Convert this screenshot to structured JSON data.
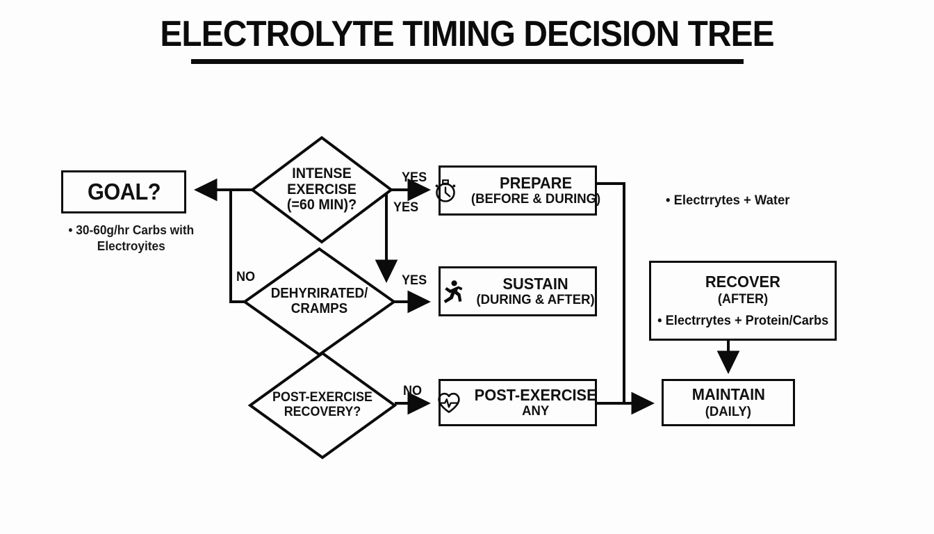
{
  "title": "ELECTROLYTE TIMING DECISION TREE",
  "colors": {
    "background": "#fdfdfd",
    "ink": "#0b0b0b",
    "line": "#111111"
  },
  "goal": {
    "label": "GOAL?",
    "note": "• 30-60g/hr Carbs with Electroyites"
  },
  "decisions": [
    {
      "id": "intense-exercise",
      "line1": "INTENSE",
      "line2": "EXERCISE",
      "line3": "(=60 MIN)?"
    },
    {
      "id": "dehydrated-cramps",
      "line1": "DEHYRIRATED/",
      "line2": "CRAMPS",
      "line3": ""
    },
    {
      "id": "post-exercise-recovery",
      "line1": "POST-EXERCISE",
      "line2": "RECOVERY?",
      "line3": ""
    }
  ],
  "actions": {
    "prepare": {
      "title": "PREPARE",
      "sub": "(BEFORE & DURING)",
      "icon": "stopwatch-icon"
    },
    "sustain": {
      "title": "SUSTAIN",
      "sub": "(DURING & AFTER)",
      "icon": "running-person-icon"
    },
    "post_exercise": {
      "title": "POST-EXERCISE",
      "sub": "ANY",
      "icon": "heart-pulse-icon"
    },
    "recover": {
      "title": "RECOVER",
      "sub": "(AFTER)",
      "bullet": "• Electrrytes + Protein/Carbs"
    },
    "maintain": {
      "title": "MAINTAIN",
      "sub": "(DAILY)"
    }
  },
  "notes": {
    "water": "• Electrrytes + Water"
  },
  "edge_labels": {
    "yes_prepare": "YES",
    "yes_down": "YES",
    "yes_sustain": "YES",
    "no_goal": "NO",
    "no_postex": "NO"
  }
}
